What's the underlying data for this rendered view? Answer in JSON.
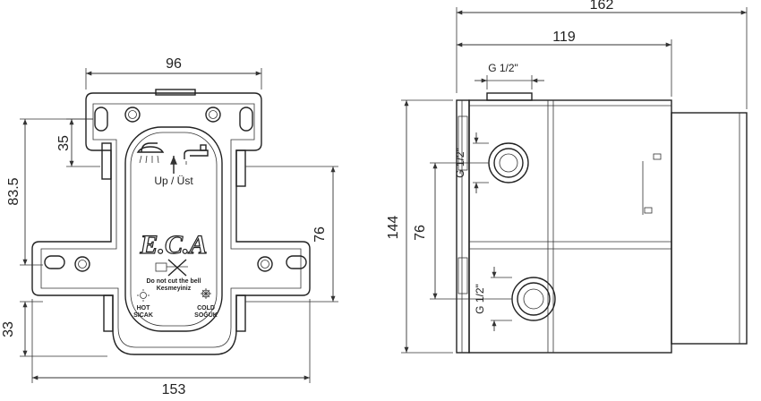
{
  "front_view": {
    "dims": {
      "top_width": "96",
      "bottom_width": "153",
      "left_upper": "35",
      "left_mid": "83.5",
      "left_lower": "33",
      "right_mid": "76"
    },
    "labels": {
      "direction": "Up / Üst",
      "brand": "E.C.A",
      "warning_line1": "Do not cut the bell",
      "warning_line2": "Kesmeyiniz",
      "hot_label": "HOT",
      "hot_label_tr": "SICAK",
      "cold_label": "COLD",
      "cold_label_tr": "SOĞUK"
    }
  },
  "side_view": {
    "dims": {
      "total_depth": "162",
      "body_depth": "119",
      "height": "144",
      "port_spacing": "76"
    },
    "labels": {
      "top_thread": "G 1/2\"",
      "upper_port_thread": "G 1/2\"",
      "lower_port_thread": "G 1/2\""
    }
  }
}
